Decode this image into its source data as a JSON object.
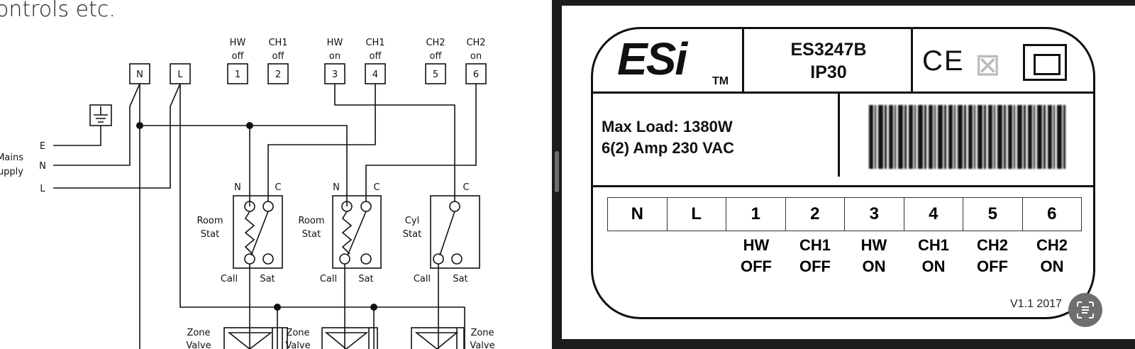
{
  "document": {
    "heading_fragment": "ontrols etc."
  },
  "diagram": {
    "terminals": [
      {
        "id": "N",
        "func": "",
        "state": ""
      },
      {
        "id": "L",
        "func": "",
        "state": ""
      },
      {
        "id": "1",
        "func": "HW",
        "state": "off"
      },
      {
        "id": "2",
        "func": "CH1",
        "state": "off"
      },
      {
        "id": "3",
        "func": "HW",
        "state": "on"
      },
      {
        "id": "4",
        "func": "CH1",
        "state": "off"
      },
      {
        "id": "5",
        "func": "CH2",
        "state": "off"
      },
      {
        "id": "6",
        "func": "CH2",
        "state": "on"
      }
    ],
    "supply": {
      "e": "E",
      "n": "N",
      "l": "L",
      "label1": "Mains",
      "label2": "Supply"
    },
    "stats": [
      {
        "name1": "Room",
        "name2": "Stat",
        "n": "N",
        "c": "C",
        "call": "Call",
        "sat": "Sat"
      },
      {
        "name1": "Room",
        "name2": "Stat",
        "n": "N",
        "c": "C",
        "call": "Call",
        "sat": "Sat"
      },
      {
        "name1": "Cyl",
        "name2": "Stat",
        "n": "",
        "c": "C",
        "call": "Call",
        "sat": "Sat"
      }
    ],
    "zone_valve": {
      "l1": "Zone",
      "l2": "Valve"
    }
  },
  "label": {
    "brand": "ESi",
    "tm": "TM",
    "model": "ES3247B",
    "ip": "IP30",
    "max_load": "Max Load: 1380W",
    "rating": "6(2) Amp 230 VAC",
    "terminals": [
      "N",
      "L",
      "1",
      "2",
      "3",
      "4",
      "5",
      "6"
    ],
    "functions": [
      {
        "a": "HW",
        "b": "OFF"
      },
      {
        "a": "CH1",
        "b": "OFF"
      },
      {
        "a": "HW",
        "b": "ON"
      },
      {
        "a": "CH1",
        "b": "ON"
      },
      {
        "a": "CH2",
        "b": "OFF"
      },
      {
        "a": "CH2",
        "b": "ON"
      }
    ],
    "version": "V1.1 2017",
    "ce": "CE"
  }
}
